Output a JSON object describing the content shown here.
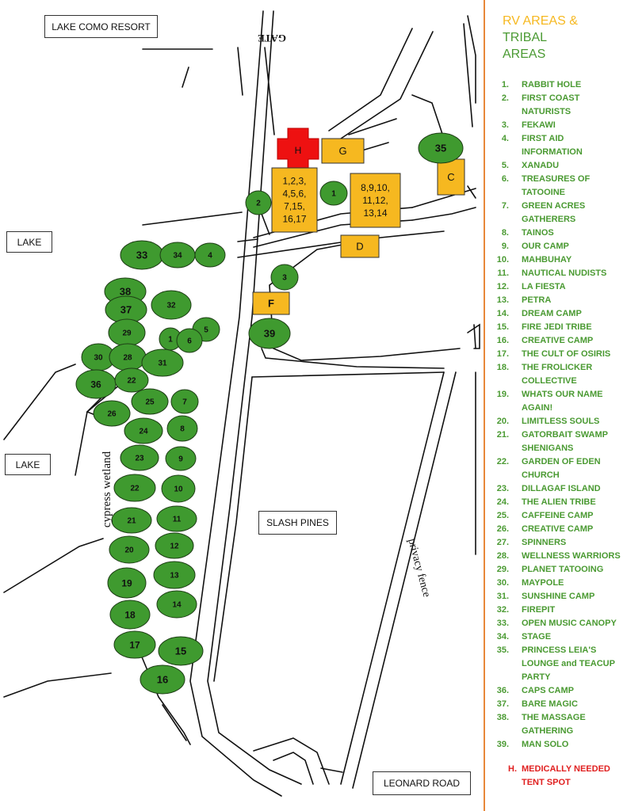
{
  "colors": {
    "oval_fill": "#3f9a2f",
    "rv_fill": "#f6b820",
    "cross_fill": "#ee1111",
    "legend_green": "#4a9a32",
    "legend_gold": "#f6b820",
    "medical_red": "#e02020",
    "divider": "#e8883a"
  },
  "map": {
    "labels": {
      "resort": "LAKE COMO RESORT",
      "lake_top": "LAKE",
      "lake_bottom": "LAKE",
      "slash_pines": "SLASH PINES",
      "leonard_road": "LEONARD ROAD",
      "gate": "GATE",
      "privacy_fence": "privacy fence",
      "cypress_wetland": "cypress wetland"
    },
    "medical_marker": "H",
    "rv_areas": [
      {
        "id": "G",
        "lines": [
          "G"
        ]
      },
      {
        "id": "main",
        "lines": [
          "1,2,3,",
          "4,5,6,",
          "7,15,",
          "16,17"
        ]
      },
      {
        "id": "east",
        "lines": [
          "8,9,10,",
          "11,12,",
          "13,14"
        ]
      },
      {
        "id": "C",
        "lines": [
          "C"
        ]
      },
      {
        "id": "D",
        "lines": [
          "D"
        ]
      },
      {
        "id": "F",
        "lines": [
          "F"
        ]
      }
    ],
    "tribal_areas": [
      "35",
      "2",
      "1",
      "33",
      "34",
      "4",
      "3",
      "38",
      "37",
      "32",
      "39",
      "29",
      "5",
      "1",
      "6",
      "30",
      "28",
      "31",
      "36",
      "22",
      "25",
      "7",
      "26",
      "24",
      "8",
      "23",
      "9",
      "22",
      "10",
      "21",
      "11",
      "12",
      "20",
      "13",
      "19",
      "14",
      "18",
      "17",
      "15",
      "16"
    ]
  },
  "legend": {
    "title_part1": "RV AREAS &",
    "title_part2": "TRIBAL",
    "title_part3": "AREAS",
    "items": [
      {
        "num": "1.",
        "name": "RABBIT HOLE"
      },
      {
        "num": "2.",
        "name": "FIRST COAST NATURISTS"
      },
      {
        "num": "3.",
        "name": "FEKAWI"
      },
      {
        "num": "4.",
        "name": "FIRST AID INFORMATION"
      },
      {
        "num": "5.",
        "name": "XANADU"
      },
      {
        "num": "6.",
        "name": "TREASURES OF TATOOINE"
      },
      {
        "num": "7.",
        "name": "GREEN ACRES GATHERERS"
      },
      {
        "num": "8.",
        "name": "TAINOS"
      },
      {
        "num": "9.",
        "name": "OUR CAMP"
      },
      {
        "num": "10.",
        "name": "MAHBUHAY"
      },
      {
        "num": "11.",
        "name": "NAUTICAL NUDISTS"
      },
      {
        "num": "12.",
        "name": "LA FIESTA"
      },
      {
        "num": "13.",
        "name": "PETRA"
      },
      {
        "num": "14.",
        "name": "DREAM CAMP"
      },
      {
        "num": "15.",
        "name": "FIRE JEDI TRIBE"
      },
      {
        "num": "16.",
        "name": "CREATIVE CAMP"
      },
      {
        "num": "17.",
        "name": "THE CULT OF OSIRIS"
      },
      {
        "num": "18.",
        "name": "THE FROLICKER COLLECTIVE"
      },
      {
        "num": "19.",
        "name": "WHATS OUR NAME AGAIN!"
      },
      {
        "num": "20.",
        "name": "LIMITLESS SOULS"
      },
      {
        "num": "21.",
        "name": "GATORBAIT SWAMP SHENIGANS"
      },
      {
        "num": "22.",
        "name": "GARDEN OF EDEN CHURCH"
      },
      {
        "num": "23.",
        "name": "DILLAGAF ISLAND"
      },
      {
        "num": "24.",
        "name": "THE ALIEN TRIBE"
      },
      {
        "num": "25.",
        "name": "CAFFEINE CAMP"
      },
      {
        "num": "26.",
        "name": "CREATIVE CAMP"
      },
      {
        "num": "27.",
        "name": "SPINNERS"
      },
      {
        "num": "28.",
        "name": "WELLNESS WARRIORS"
      },
      {
        "num": "29.",
        "name": "PLANET TATOOING"
      },
      {
        "num": "30.",
        "name": "MAYPOLE"
      },
      {
        "num": "31.",
        "name": "SUNSHINE CAMP"
      },
      {
        "num": "32.",
        "name": "FIREPIT"
      },
      {
        "num": "33.",
        "name": "OPEN MUSIC CANOPY"
      },
      {
        "num": "34.",
        "name": "STAGE"
      },
      {
        "num": "35.",
        "name": "PRINCESS LEIA'S LOUNGE and TEACUP PARTY"
      },
      {
        "num": "36.",
        "name": "CAPS CAMP"
      },
      {
        "num": "37.",
        "name": "BARE MAGIC"
      },
      {
        "num": "38.",
        "name": "THE MASSAGE GATHERING"
      },
      {
        "num": "39.",
        "name": "MAN SOLO"
      }
    ],
    "medical_num": "H.",
    "medical_text": "MEDICALLY NEEDED TENT SPOT"
  }
}
